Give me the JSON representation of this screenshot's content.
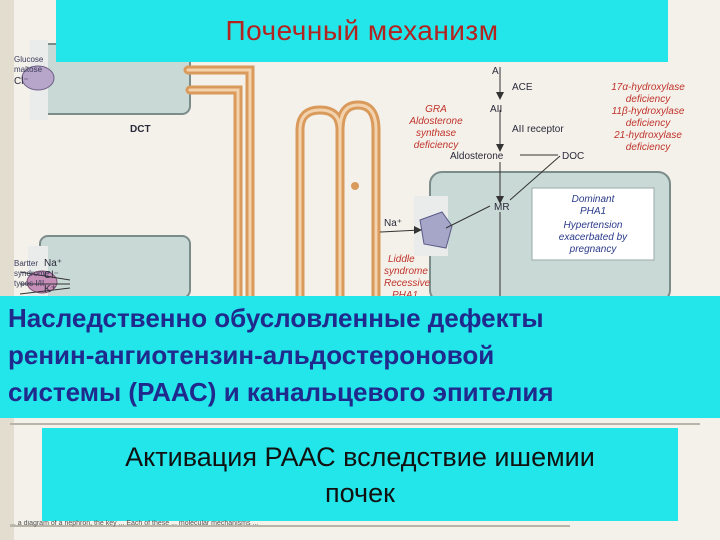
{
  "slide": {
    "title": "Почечный механизм",
    "defects_heading_line1": "Наследственно обусловленные дефекты",
    "defects_heading_line2": "ренин-ангиотензин-альдостероновой",
    "defects_heading_line3": "системы (РААС) и канальцевого эпителия",
    "activation_line1": "Активация РААС вследствие ишемии",
    "activation_line2": "почек"
  },
  "diagram": {
    "left_labels": {
      "glucose_top": "Glucose",
      "glucose_bottom": "maltose",
      "cl": "Cl⁻",
      "dct": "DCT",
      "na": "Na⁺",
      "cl2": "Cl⁻",
      "k": "K⁺",
      "bartter_word1": "Bartter",
      "bartter_word2": "syndrome",
      "bartter_word3": "types I/II"
    },
    "pathway": {
      "ai": "AI",
      "ace": "ACE",
      "aii": "AII",
      "aii_receptor": "AII receptor",
      "aldosterone": "Aldosterone",
      "doc": "DOC",
      "mr": "MR",
      "na": "Na⁺"
    },
    "red_labels": {
      "gra_line1": "GRA",
      "gra_line2": "Aldosterone",
      "gra_line3": "synthase",
      "gra_line4": "deficiency",
      "hydroxylase_line1": "17α-hydroxylase",
      "hydroxylase_line2": "deficiency",
      "hydroxylase_line3": "11β-hydroxylase",
      "hydroxylase_line4": "deficiency",
      "hydroxylase_line5": "21-hydroxylase",
      "hydroxylase_line6": "deficiency",
      "liddle_line1": "Liddle",
      "liddle_line2": "syndrome",
      "liddle_line3": "Recessive",
      "liddle_line4": "PHA1"
    },
    "blue_labels": {
      "dominant_line1": "Dominant",
      "dominant_line2": "PHA1",
      "dominant_line3": "Hypertension",
      "dominant_line4": "exacerbated by",
      "dominant_line5": "pregnancy"
    },
    "caption_fragment": "... a diagram of a nephron, the key ... Each of these ... molecular mechanisms ..."
  },
  "colors": {
    "cyan_box": "#22e6ea",
    "title_red": "#b3231f",
    "heading_blue": "#1f2a8c",
    "tubule": "#d99a5b",
    "cell_fill": "#c9d9d6"
  }
}
